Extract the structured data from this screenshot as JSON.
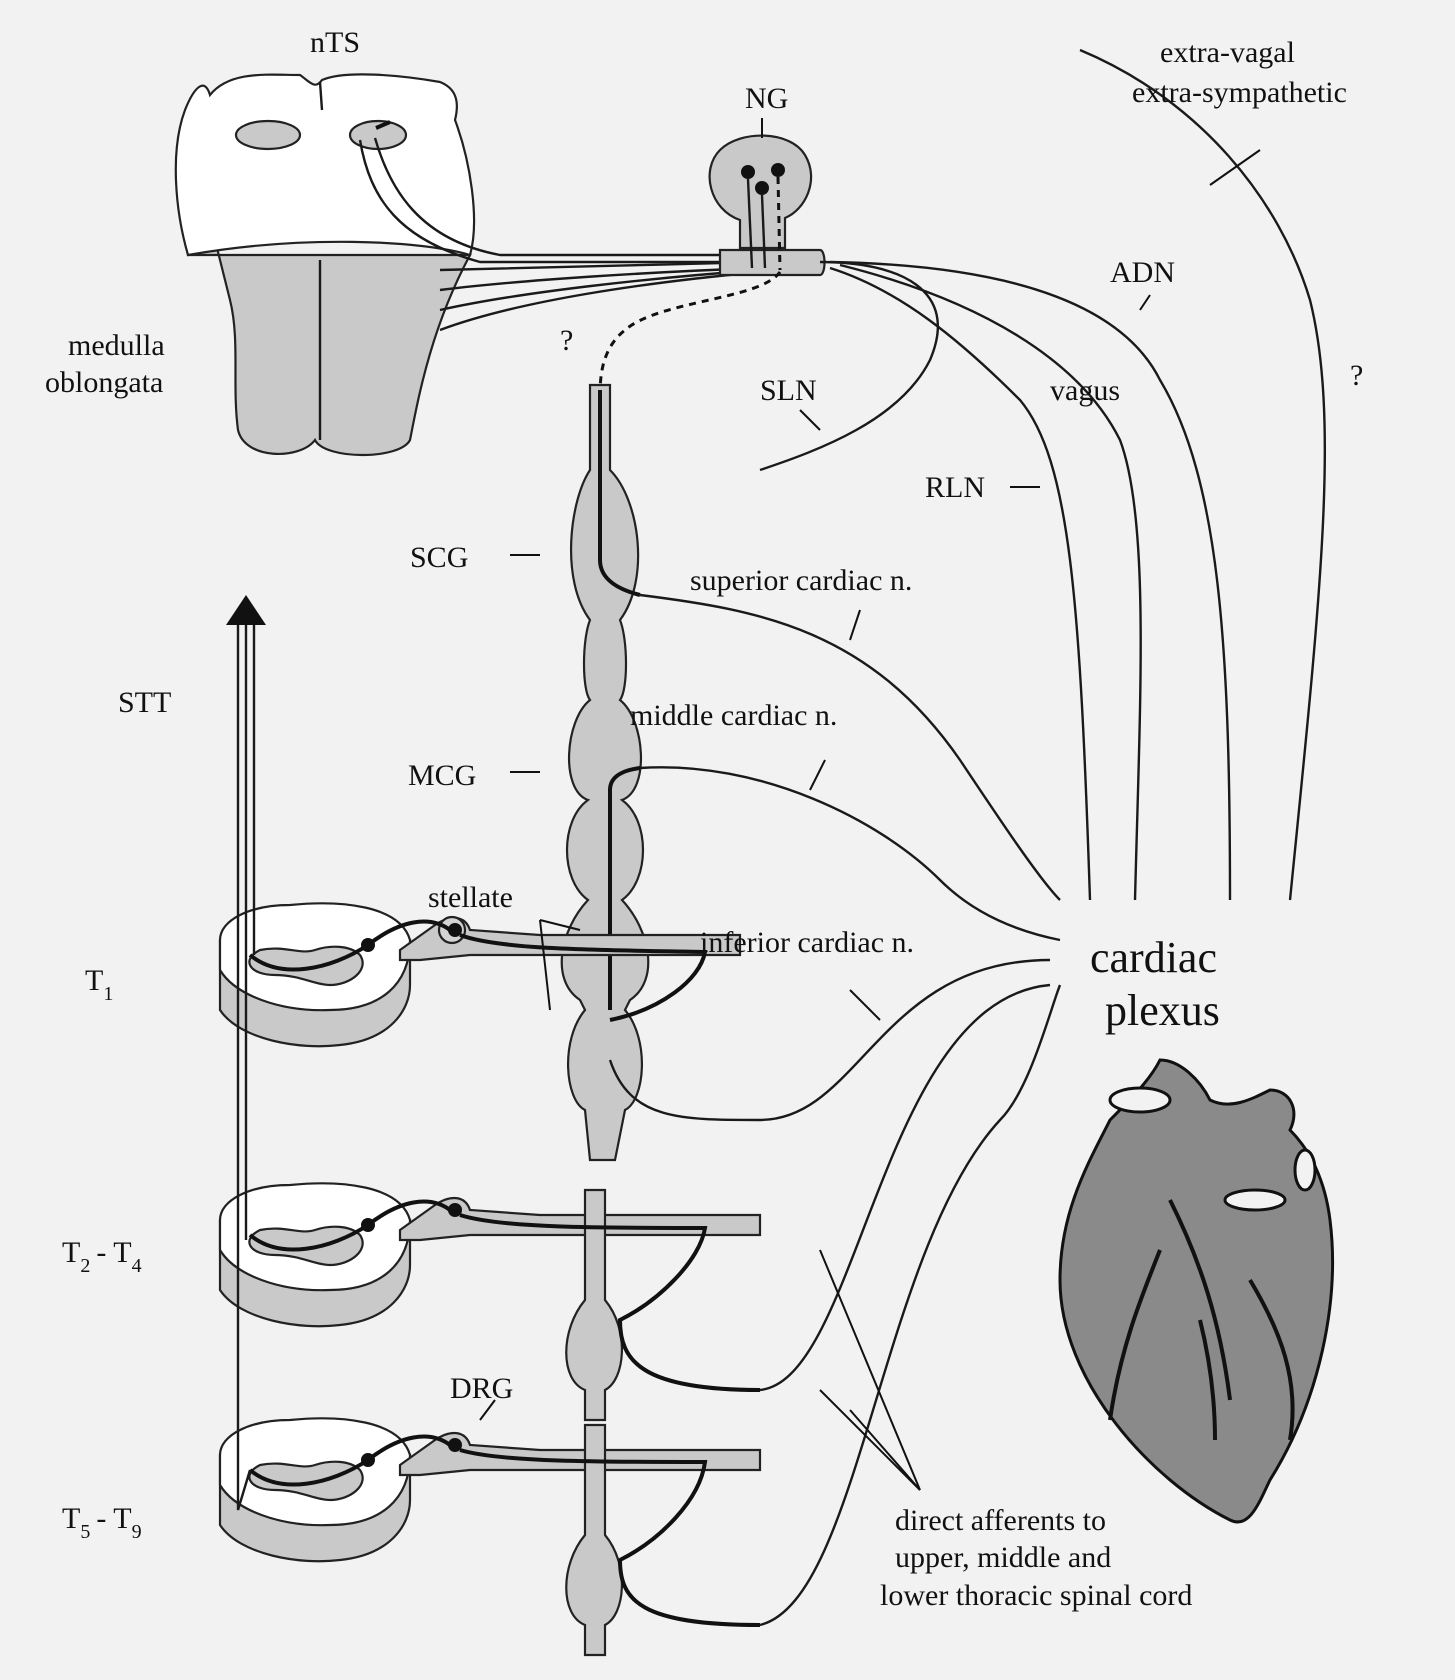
{
  "labels": {
    "nts": "nTS",
    "ng": "NG",
    "extra_vagal": "extra-vagal",
    "extra_sympathetic": "extra-sympathetic",
    "adn": "ADN",
    "medulla": "medulla",
    "oblongata": "oblongata",
    "question": "?",
    "sln": "SLN",
    "vagus": "vagus",
    "rln": "RLN",
    "scg": "SCG",
    "superior_cardiac": "superior cardiac n.",
    "stt": "STT",
    "middle_cardiac": "middle cardiac n.",
    "mcg": "MCG",
    "stellate": "stellate",
    "inferior_cardiac": "inferior cardiac n.",
    "cardiac": "cardiac",
    "plexus": "plexus",
    "t1_main": "T",
    "t1_sub": "1",
    "t2_main": "T",
    "t2_sub": "2",
    "t2_dash": "- T",
    "t4_sub": "4",
    "t5_main": "T",
    "t5_sub": "5",
    "t5_dash": "- T",
    "t9_sub": "9",
    "drg": "DRG",
    "direct_line1": "direct afferents to",
    "direct_line2": "upper, middle and",
    "direct_line3": "lower thoracic spinal cord"
  }
}
